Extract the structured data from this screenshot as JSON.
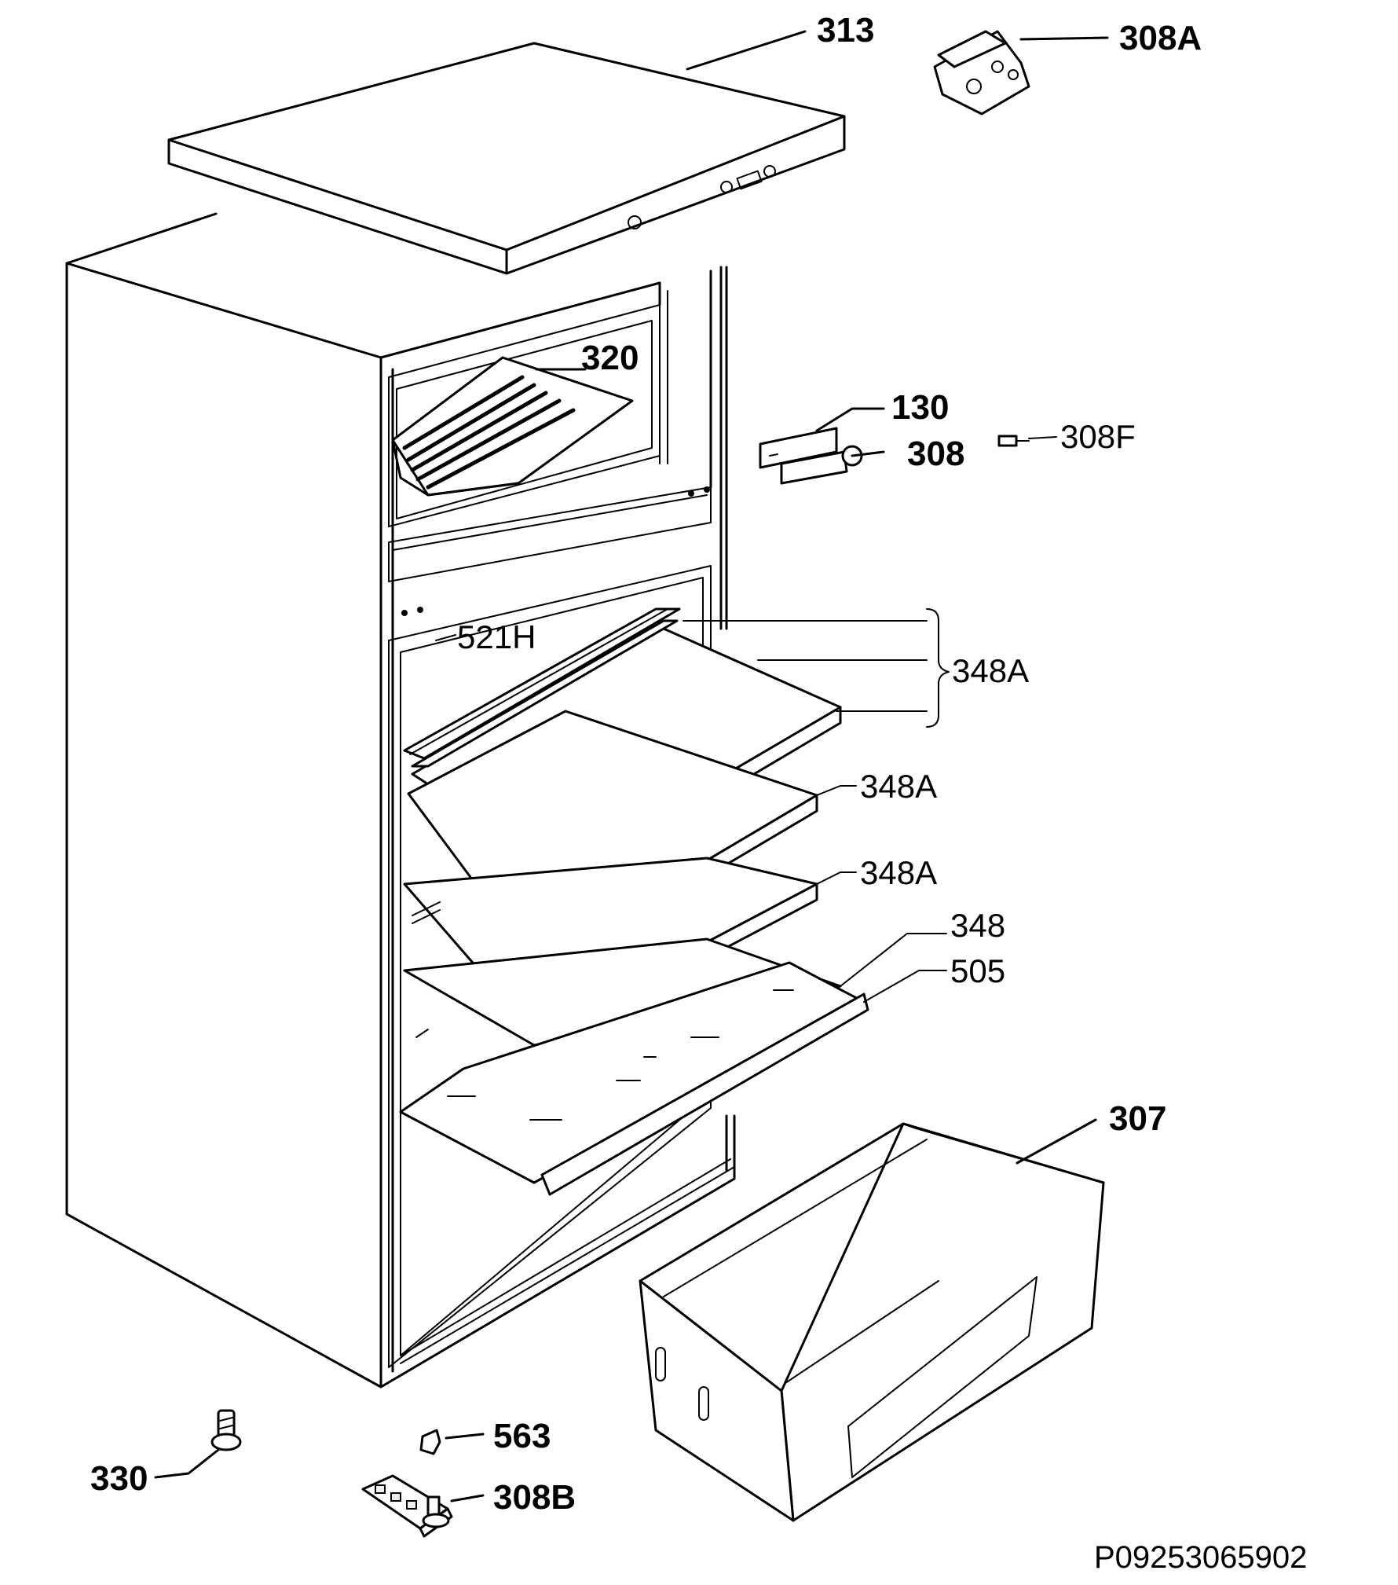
{
  "labels": {
    "p313": "313",
    "p308a": "308A",
    "p320": "320",
    "p130": "130",
    "p308": "308",
    "p308f": "308F",
    "p521h": "521H",
    "p348a_group": "348A",
    "p348a_mid": "348A",
    "p348a_low": "348A",
    "p348": "348",
    "p505": "505",
    "p307": "307",
    "p330": "330",
    "p563": "563",
    "p308b": "308B"
  },
  "reference_code": "P09253065902"
}
